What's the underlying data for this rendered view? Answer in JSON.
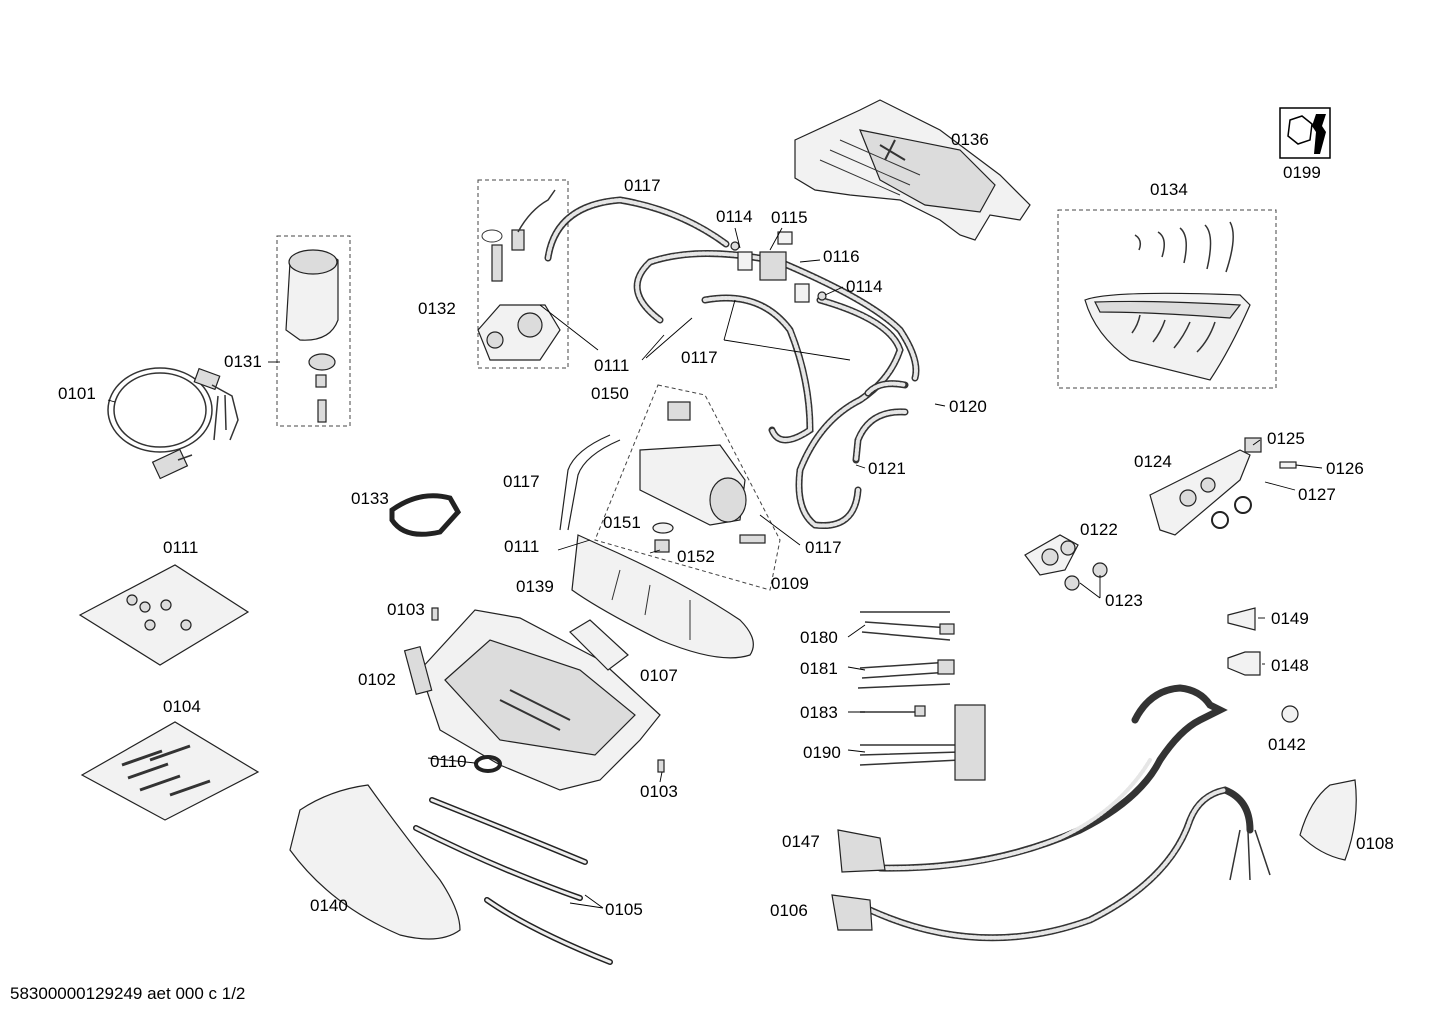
{
  "diagram": {
    "part_labels": {
      "p0101": "0101",
      "p0131": "0131",
      "p0132": "0132",
      "p0117a": "0117",
      "p0114a": "0114",
      "p0115": "0115",
      "p0116": "0116",
      "p0114b": "0114",
      "p0136": "0136",
      "p0199": "0199",
      "p0134": "0134",
      "p0111a": "0111",
      "p0117b": "0117",
      "p0150": "0150",
      "p0120": "0120",
      "p0121": "0121",
      "p0133": "0133",
      "p0117c": "0117",
      "p0151": "0151",
      "p0152": "0152",
      "p0117d": "0117",
      "p0111b": "0111",
      "p0139": "0139",
      "p0109": "0109",
      "p0124": "0124",
      "p0125": "0125",
      "p0126": "0126",
      "p0127": "0127",
      "p0122": "0122",
      "p0123": "0123",
      "p0111c": "0111",
      "p0104": "0104",
      "p0103a": "0103",
      "p0102": "0102",
      "p0107": "0107",
      "p0180": "0180",
      "p0181": "0181",
      "p0183": "0183",
      "p0190": "0190",
      "p0110": "0110",
      "p0103b": "0103",
      "p0149": "0149",
      "p0148": "0148",
      "p0142": "0142",
      "p0147": "0147",
      "p0108": "0108",
      "p0140": "0140",
      "p0105": "0105",
      "p0106": "0106"
    },
    "footer": "58300000129249 aet 000 c 1/2",
    "service_icon": "wrench-nut-icon"
  }
}
